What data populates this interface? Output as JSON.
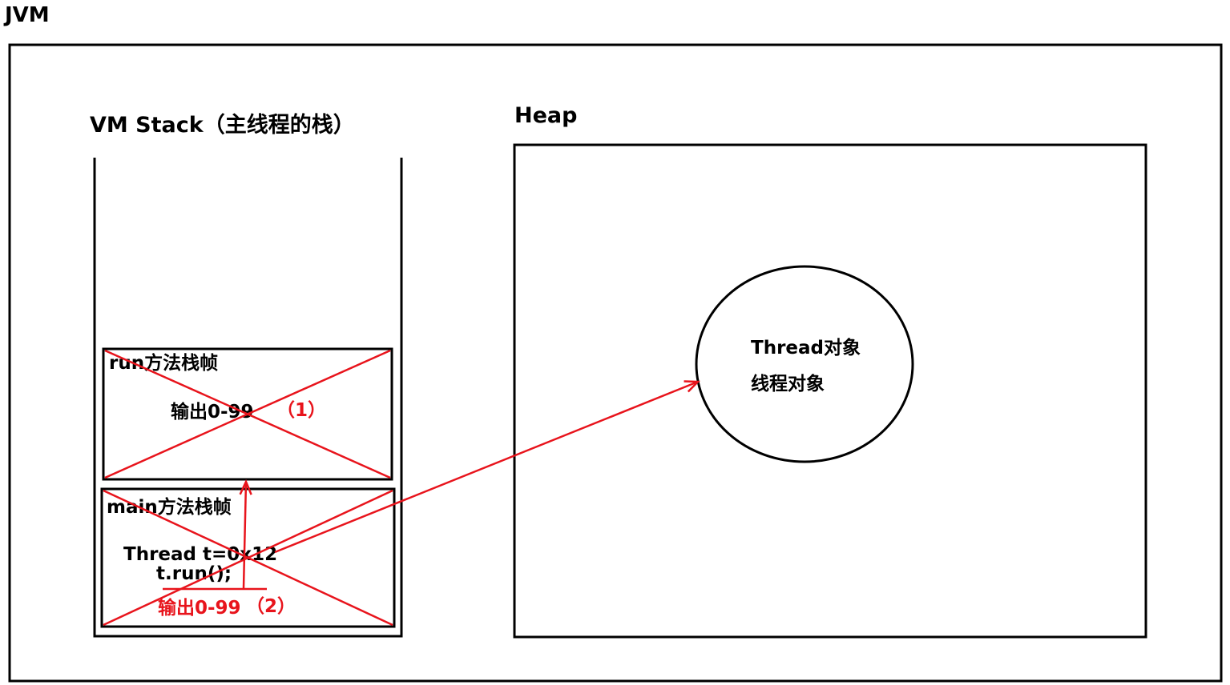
{
  "jvm_label": "JVM",
  "stack": {
    "title": "VM Stack（主线程的栈）",
    "run_frame": {
      "title": "run方法栈帧",
      "body": "输出0-99",
      "marker": "（1）"
    },
    "main_frame": {
      "title": "main方法栈帧",
      "line1": "Thread t=0x12",
      "line2": "t.run();"
    },
    "output_note": {
      "text": "输出0-99",
      "marker": "（2）"
    }
  },
  "heap": {
    "title": "Heap",
    "object": {
      "line1": "Thread对象",
      "line2": "线程对象"
    }
  },
  "colors": {
    "line": "#000000",
    "annotation": "#e8141c"
  }
}
